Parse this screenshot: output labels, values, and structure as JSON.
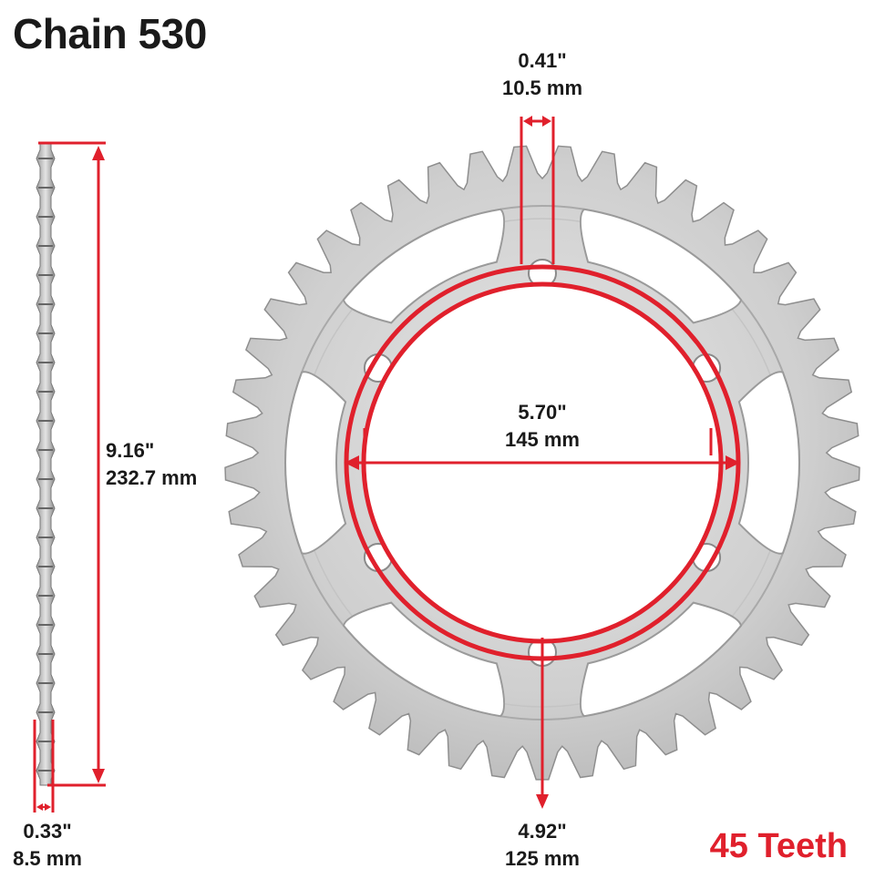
{
  "title": "Chain 530",
  "sprocket": {
    "teeth_count": 45,
    "teeth_label": "45 Teeth",
    "bolt_holes": 6,
    "lightening_cutouts": 6
  },
  "dimensions": {
    "bolt_hole_diameter": {
      "in": "0.41\"",
      "mm": "10.5 mm"
    },
    "center_bore": {
      "in": "5.70\"",
      "mm": "145 mm"
    },
    "outer_diameter": {
      "in": "9.16\"",
      "mm": "232.7 mm"
    },
    "thickness": {
      "in": "0.33\"",
      "mm": "8.5 mm"
    },
    "bolt_circle": {
      "in": "4.92\"",
      "mm": "125 mm"
    }
  },
  "colors": {
    "annotation": "#e0202c",
    "metal_light": "#dcdcdc",
    "metal_mid": "#bdbdbd",
    "metal_edge": "#8e8e8e",
    "text": "#1a1a1a"
  }
}
